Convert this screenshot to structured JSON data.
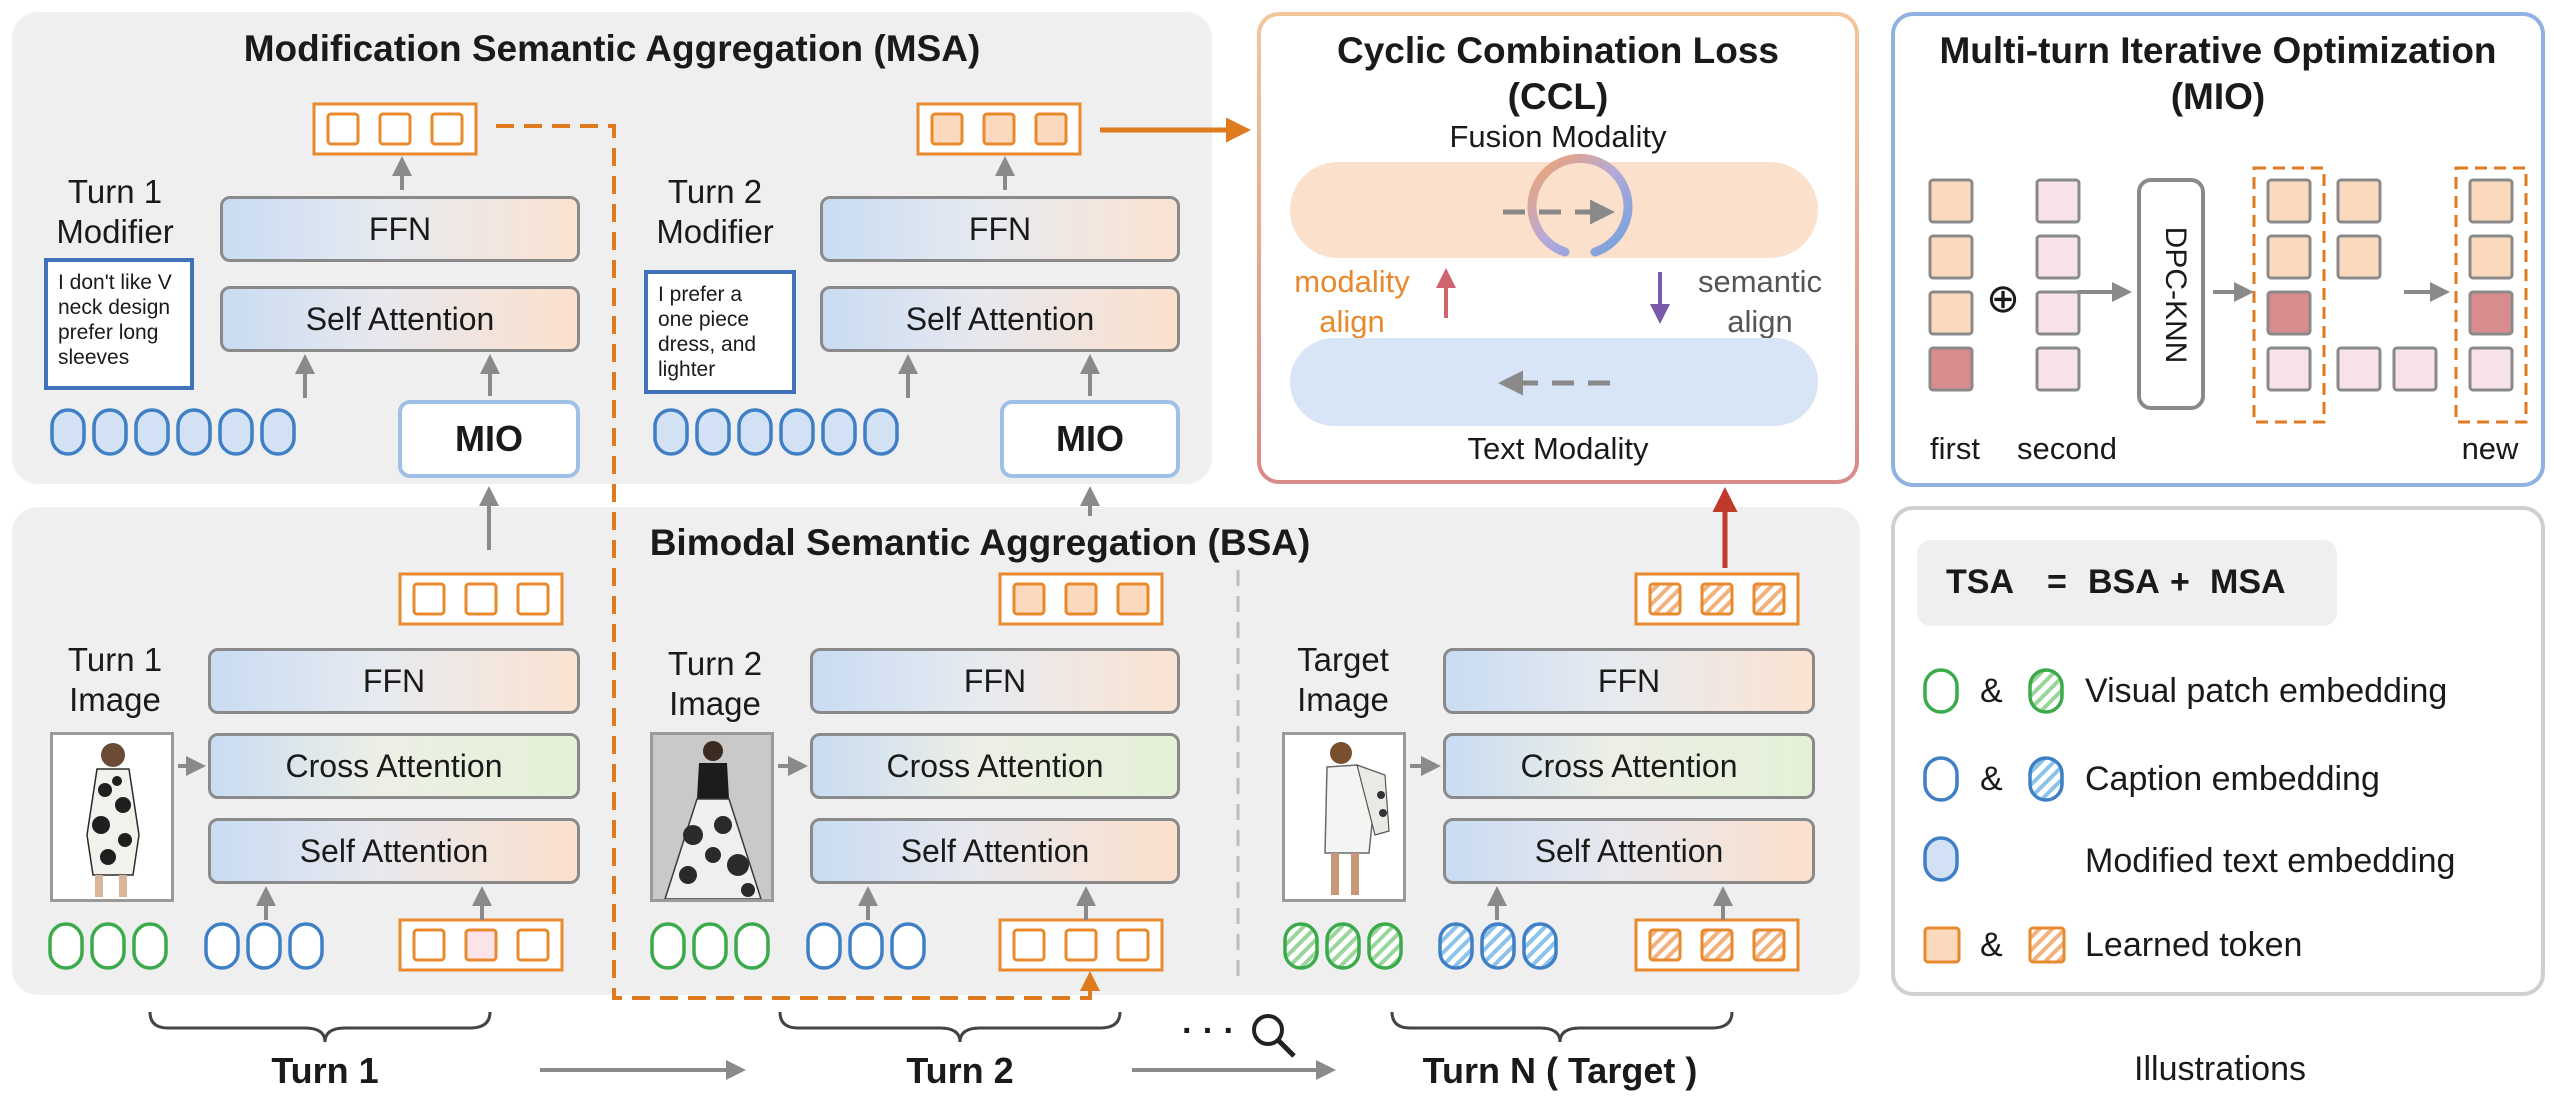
{
  "msa": {
    "title": "Modification Semantic Aggregation (MSA)"
  },
  "bsa": {
    "title": "Bimodal Semantic Aggregation (BSA)"
  },
  "blocks": {
    "ffn": "FFN",
    "self_attention": "Self Attention",
    "cross_attention": "Cross Attention",
    "mio": "MIO"
  },
  "turn1": {
    "modifier": "Turn 1\nModifier",
    "note": "I don't like V neck design prefer long sleeves",
    "image": "Turn 1\nImage"
  },
  "turn2": {
    "modifier": "Turn 2\nModifier",
    "note": "I prefer a one piece dress, and lighter",
    "image": "Turn 2\nImage"
  },
  "target": {
    "image": "Target\nImage"
  },
  "ccl": {
    "title_line1": "Cyclic Combination Loss",
    "title_line2": "(CCL)",
    "fusion": "Fusion Modality",
    "text": "Text Modality",
    "modality_align": "modality\nalign",
    "semantic_align": "semantic\nalign"
  },
  "mio": {
    "title_line1": "Multi-turn Iterative Optimization",
    "title_line2": "(MIO)",
    "dpc": "DPC-KNN",
    "first": "first",
    "second": "second",
    "new": "new",
    "plus": "⊕"
  },
  "legend": {
    "formula": {
      "lhs": "TSA",
      "eq": "=",
      "a": "BSA",
      "plus": "+",
      "b": "MSA"
    },
    "amp": "&",
    "items": [
      "Visual patch embedding",
      "Caption embedding",
      "Modified text embedding",
      "Learned token"
    ]
  },
  "bottom": {
    "turn1": "Turn 1",
    "turn2": "Turn 2",
    "turnN": "Turn N ( Target )",
    "dots": "· · ·",
    "illustrations": "Illustrations"
  },
  "colors": {
    "orange": "#e8892e",
    "blue": "#3f7fc6",
    "green": "#3aaa4a",
    "red": "#c0392b",
    "purple": "#7a5aa8",
    "panel_bg": "#efefef"
  }
}
